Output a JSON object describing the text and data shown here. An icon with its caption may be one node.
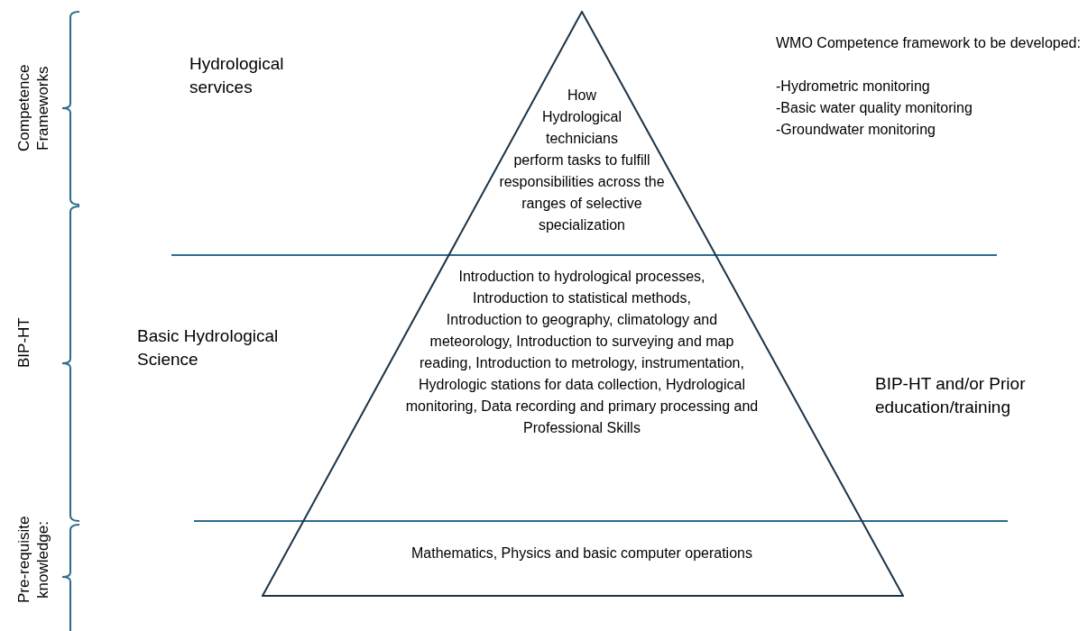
{
  "diagram": {
    "nodes": [
      {
        "text": [
          "How Hydrological technicians perform tasks to fulfill responsibilities across the ranges of selective specialization",
          "Introduction to hydrological processes, Introduction to statistical methods, Introduction to geography, climatology and meteorology, Introduction to surveying and map reading, Introduction to metrology, instrumentation, Hydrologic stations for data collection, Hydrological monitoring, Data recording and primary processing and Professional Skills",
          "Mathematics, Physics and basic computer operations"
        ]
      }
    ],
    "labels": [
      "Competence Frameworks",
      "Hydrological services",
      "WMO Competence framework to be developed:",
      "-Hydrometric monitoring",
      "-Basic water quality monitoring",
      "-Groundwater monitoring",
      "BIP-HT",
      "Basic Hydrological Science",
      "BIP-HT and/or Prior education/training",
      "Pre-requisite knowledge:"
    ]
  }
}
